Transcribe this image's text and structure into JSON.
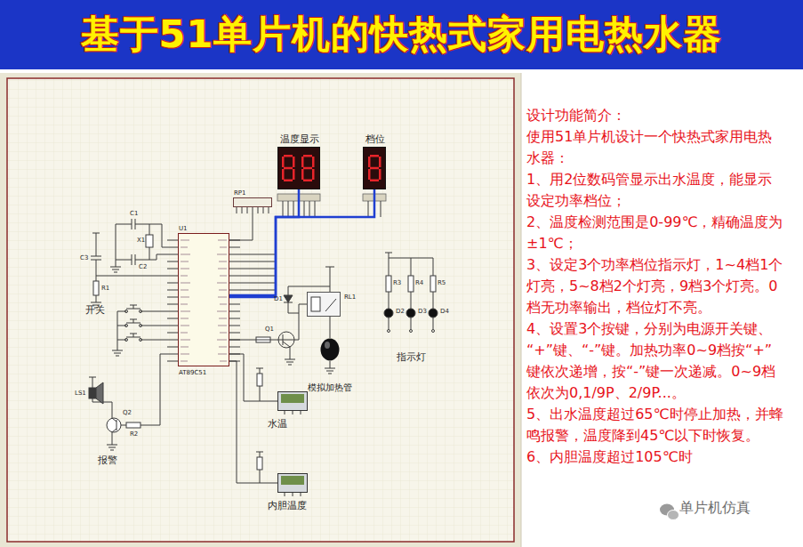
{
  "diagram": {
    "title": "基于51单片机的快热式家用电热水器",
    "nodes": [
      {
        "text": [
          "温度显示"
        ]
      },
      {
        "text": [
          "档位"
        ]
      },
      {
        "text": [
          "RP1"
        ]
      },
      {
        "text": [
          "U1",
          "AT89C51"
        ]
      },
      {
        "text": [
          "RL1"
        ]
      },
      {
        "text": [
          "模拟加热管"
        ]
      },
      {
        "text": [
          "水温"
        ]
      },
      {
        "text": [
          "内胆温度"
        ]
      }
    ],
    "edges": [
      {
        "from": 3,
        "to": 0,
        "arrow": "none"
      },
      {
        "from": 3,
        "to": 1,
        "arrow": "none"
      },
      {
        "from": 3,
        "to": 2,
        "arrow": "none"
      },
      {
        "from": 3,
        "to": 4,
        "arrow": "none"
      },
      {
        "from": 4,
        "to": 5,
        "arrow": "none"
      },
      {
        "from": 3,
        "to": 6,
        "arrow": "none"
      },
      {
        "from": 3,
        "to": 7,
        "arrow": "none"
      }
    ],
    "labels": [
      "开关",
      "报警",
      "指示灯",
      "X1",
      "C1",
      "C2",
      "C3",
      "R1",
      "R2",
      "Q2",
      "LS1",
      "Q1",
      "D1",
      "R3",
      "R4",
      "R5",
      "D2",
      "D3",
      "D4",
      "设计功能简介：",
      "使用51单片机设计一个快热式家用电热水器：",
      "1、用2位数码管显示出水温度，能显示设定功率档位；",
      "2、温度检测范围是0-99℃，精确温度为±1℃；",
      "3、设定3个功率档位指示灯，1~4档1个灯亮，5~8档2个灯亮，9档3个灯亮。0档无功率输出，档位灯不亮。",
      "4、设置3个按键，分别为电源开关键、“+”键、“-”键。加热功率0~9档按“+”键依次递增，按“-”键一次递减。0~9档依次为0,1/9P、2/9P...。",
      "5、出水温度超过65℃时停止加热，并蜂鸣报警，温度降到45℃以下时恢复。",
      "6、内胆温度超过105℃时",
      "单片机仿真"
    ]
  }
}
